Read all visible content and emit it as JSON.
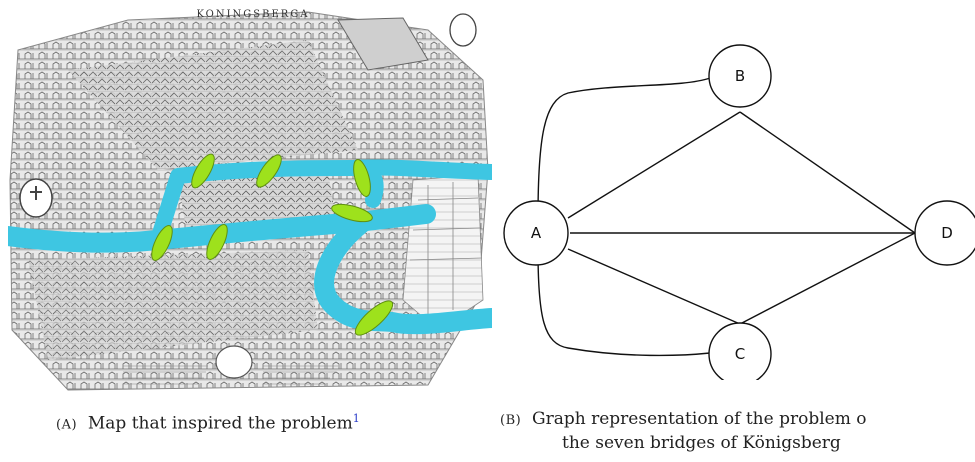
{
  "map": {
    "title": "KONINGSBERGA",
    "colors": {
      "river": "#3ec6e2",
      "bridge": "#9ee11c",
      "ink": "#555555"
    }
  },
  "graph": {
    "nodes": [
      "A",
      "B",
      "C",
      "D"
    ],
    "edges": [
      [
        "A",
        "B"
      ],
      [
        "A",
        "B"
      ],
      [
        "A",
        "C"
      ],
      [
        "A",
        "C"
      ],
      [
        "A",
        "D"
      ],
      [
        "B",
        "D"
      ],
      [
        "C",
        "D"
      ]
    ]
  },
  "captions": {
    "a_tag": "(A)",
    "a_text": "Map that inspired the problem",
    "a_footnote": "1",
    "b_tag": "(B)",
    "b_text_line1": "Graph representation of the problem o",
    "b_text_line2": "the seven bridges of Königsberg"
  }
}
